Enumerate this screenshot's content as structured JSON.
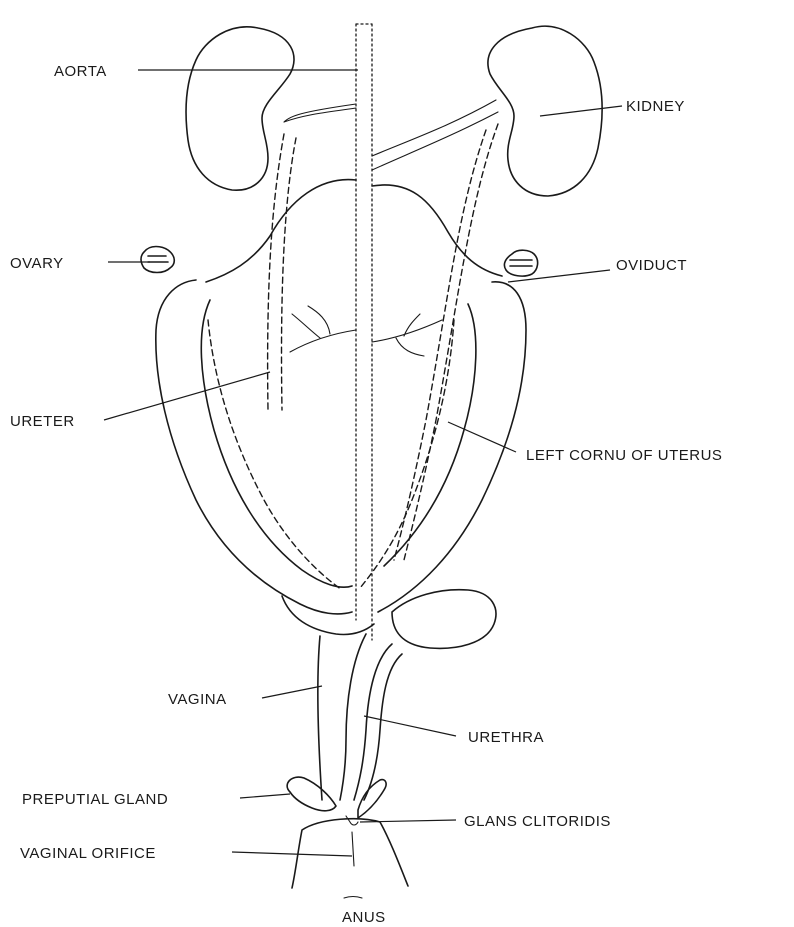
{
  "labels": {
    "aorta": "AORTA",
    "kidney": "KIDNEY",
    "ovary": "OVARY",
    "oviduct": "OVIDUCT",
    "ureter": "URETER",
    "left_cornu": "LEFT CORNU OF UTERUS",
    "vagina": "VAGINA",
    "urethra": "URETHRA",
    "preputial_gland": "PREPUTIAL GLAND",
    "glans_clitoridis": "GLANS CLITORIDIS",
    "vaginal_orifice": "VAGINAL ORIFICE",
    "anus": "ANUS"
  },
  "colors": {
    "ink": "#1a1a1a",
    "paper": "#ffffff"
  }
}
